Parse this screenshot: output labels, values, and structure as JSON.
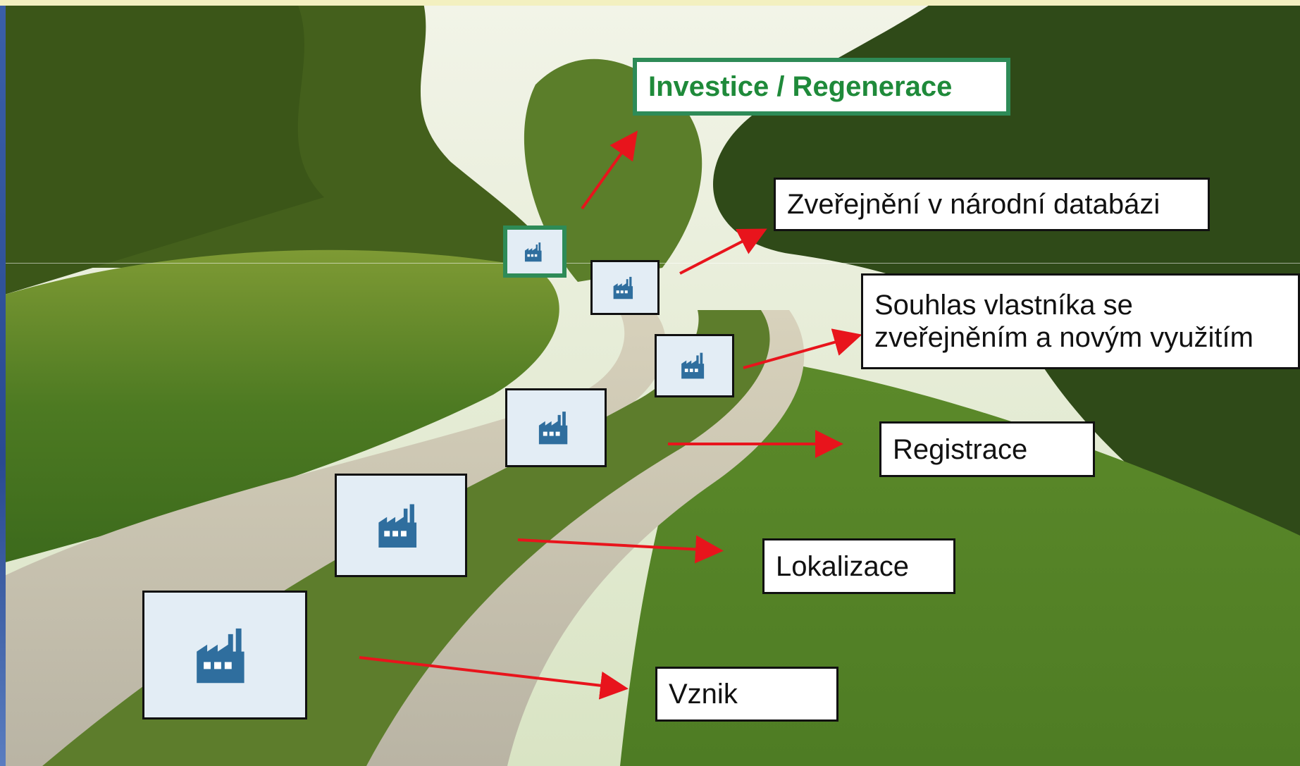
{
  "labels": {
    "investice": "Investice / Regenerace",
    "zverejneni": "Zveřejnění v národní databázi",
    "souhlas_line1": "Souhlas vlastníka se",
    "souhlas_line2": "zveřejněním a novým využitím",
    "registrace": "Registrace",
    "lokalizace": "Lokalizace",
    "vznik": "Vznik"
  },
  "colors": {
    "arrow": "#e8141c",
    "highlight_border": "#2e8b57",
    "highlight_text": "#1f8a3a",
    "factory_icon": "#2f6e9e",
    "icon_bg": "#e3edf5"
  },
  "icons": [
    "factory-icon",
    "factory-icon",
    "factory-icon",
    "factory-icon",
    "factory-icon",
    "factory-icon"
  ]
}
